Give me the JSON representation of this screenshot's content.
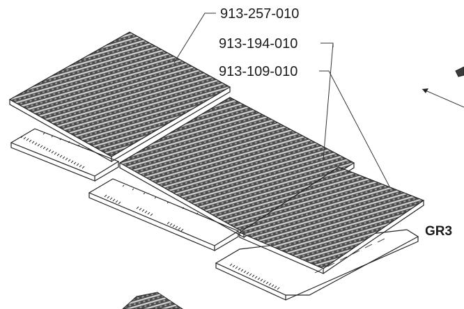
{
  "callouts": {
    "part_a": "913-257-010",
    "part_b": "913-194-010",
    "part_c": "913-109-010"
  },
  "assembly_tag": "GR3",
  "colors": {
    "grate_fill": "#3c3c3c",
    "grate_light": "#bdbdbd",
    "plate_fill": "#f2f2f2",
    "line": "#222222"
  }
}
